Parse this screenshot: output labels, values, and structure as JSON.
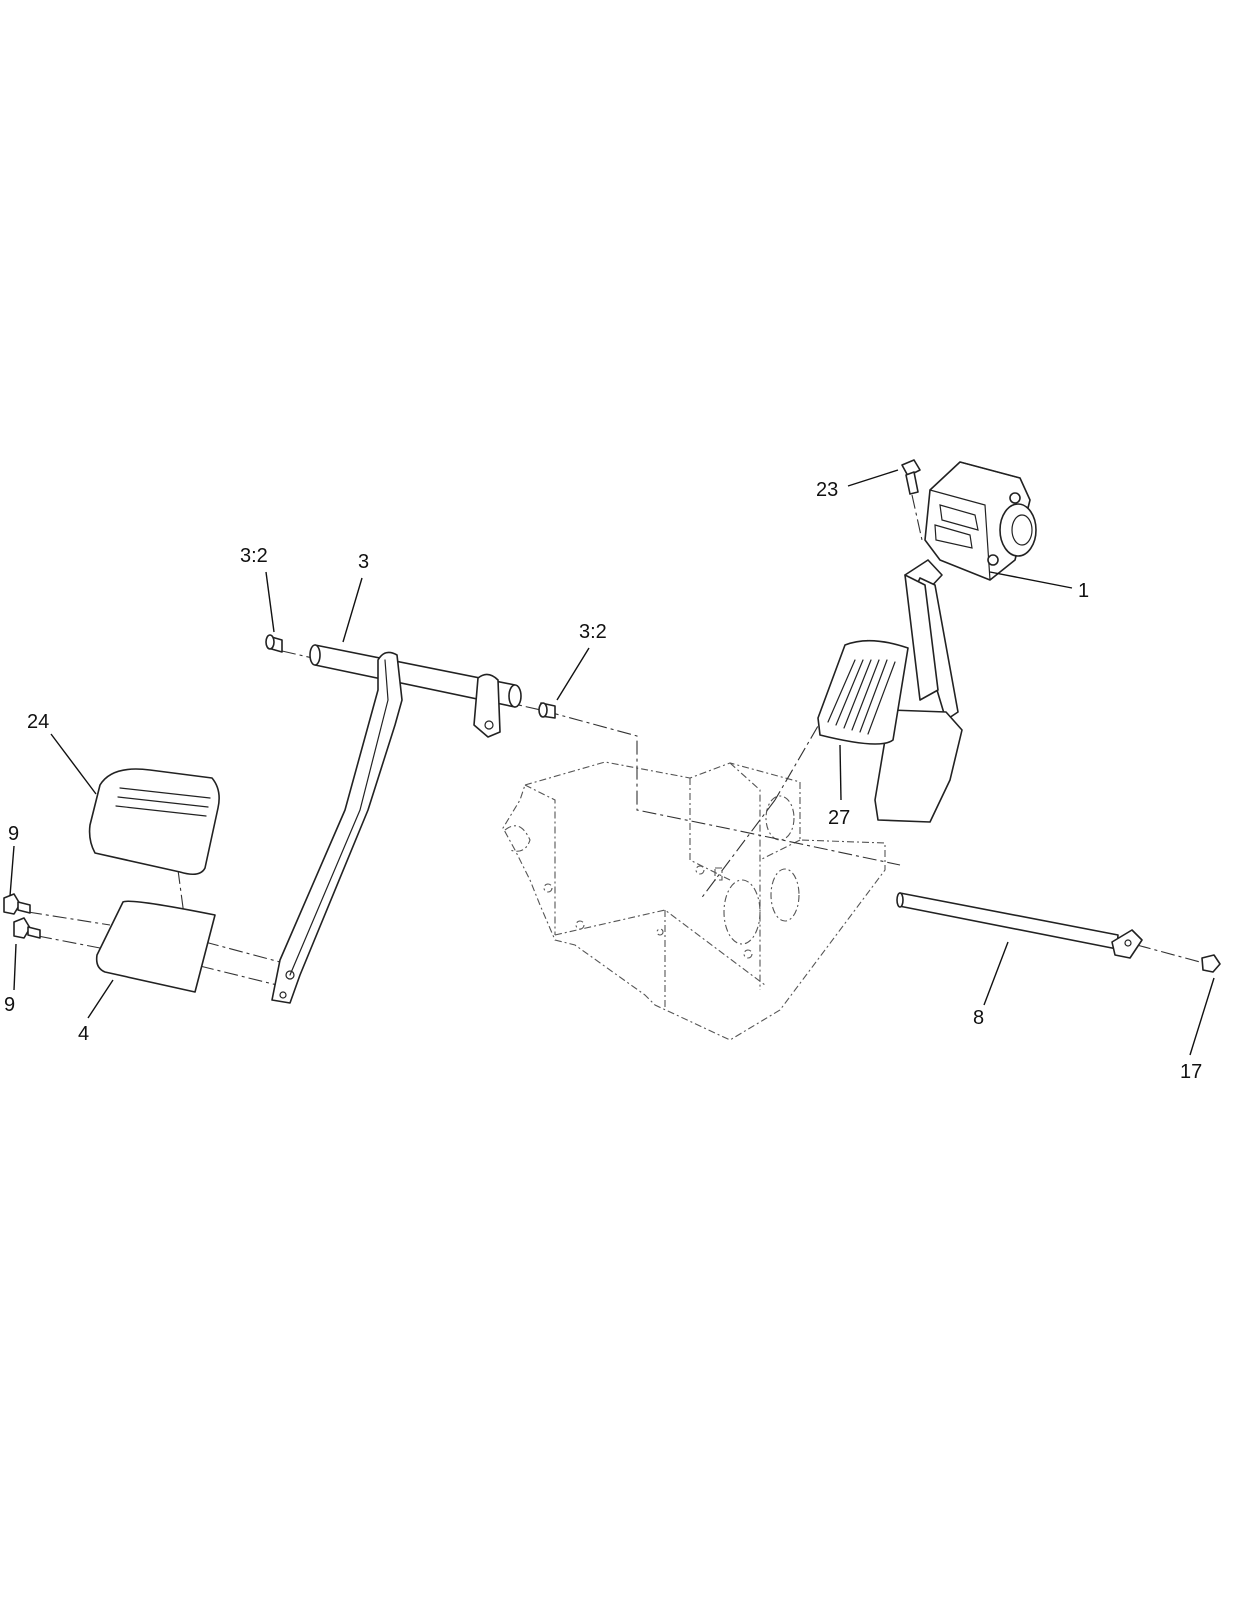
{
  "callouts": {
    "c1": "1",
    "c3": "3",
    "c3_2_left": "3:2",
    "c3_2_right": "3:2",
    "c4": "4",
    "c8": "8",
    "c9_top": "9",
    "c9_bottom": "9",
    "c17": "17",
    "c23": "23",
    "c24": "24",
    "c27": "27"
  }
}
